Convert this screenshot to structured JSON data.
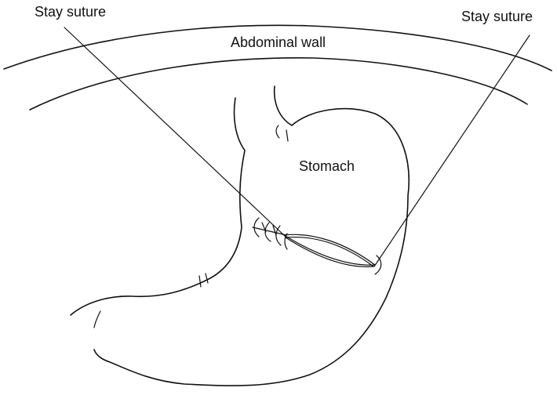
{
  "labels": {
    "stay_suture_left": "Stay suture",
    "stay_suture_right": "Stay suture",
    "abdominal_wall": "Abdominal wall",
    "stomach": "Stomach"
  }
}
